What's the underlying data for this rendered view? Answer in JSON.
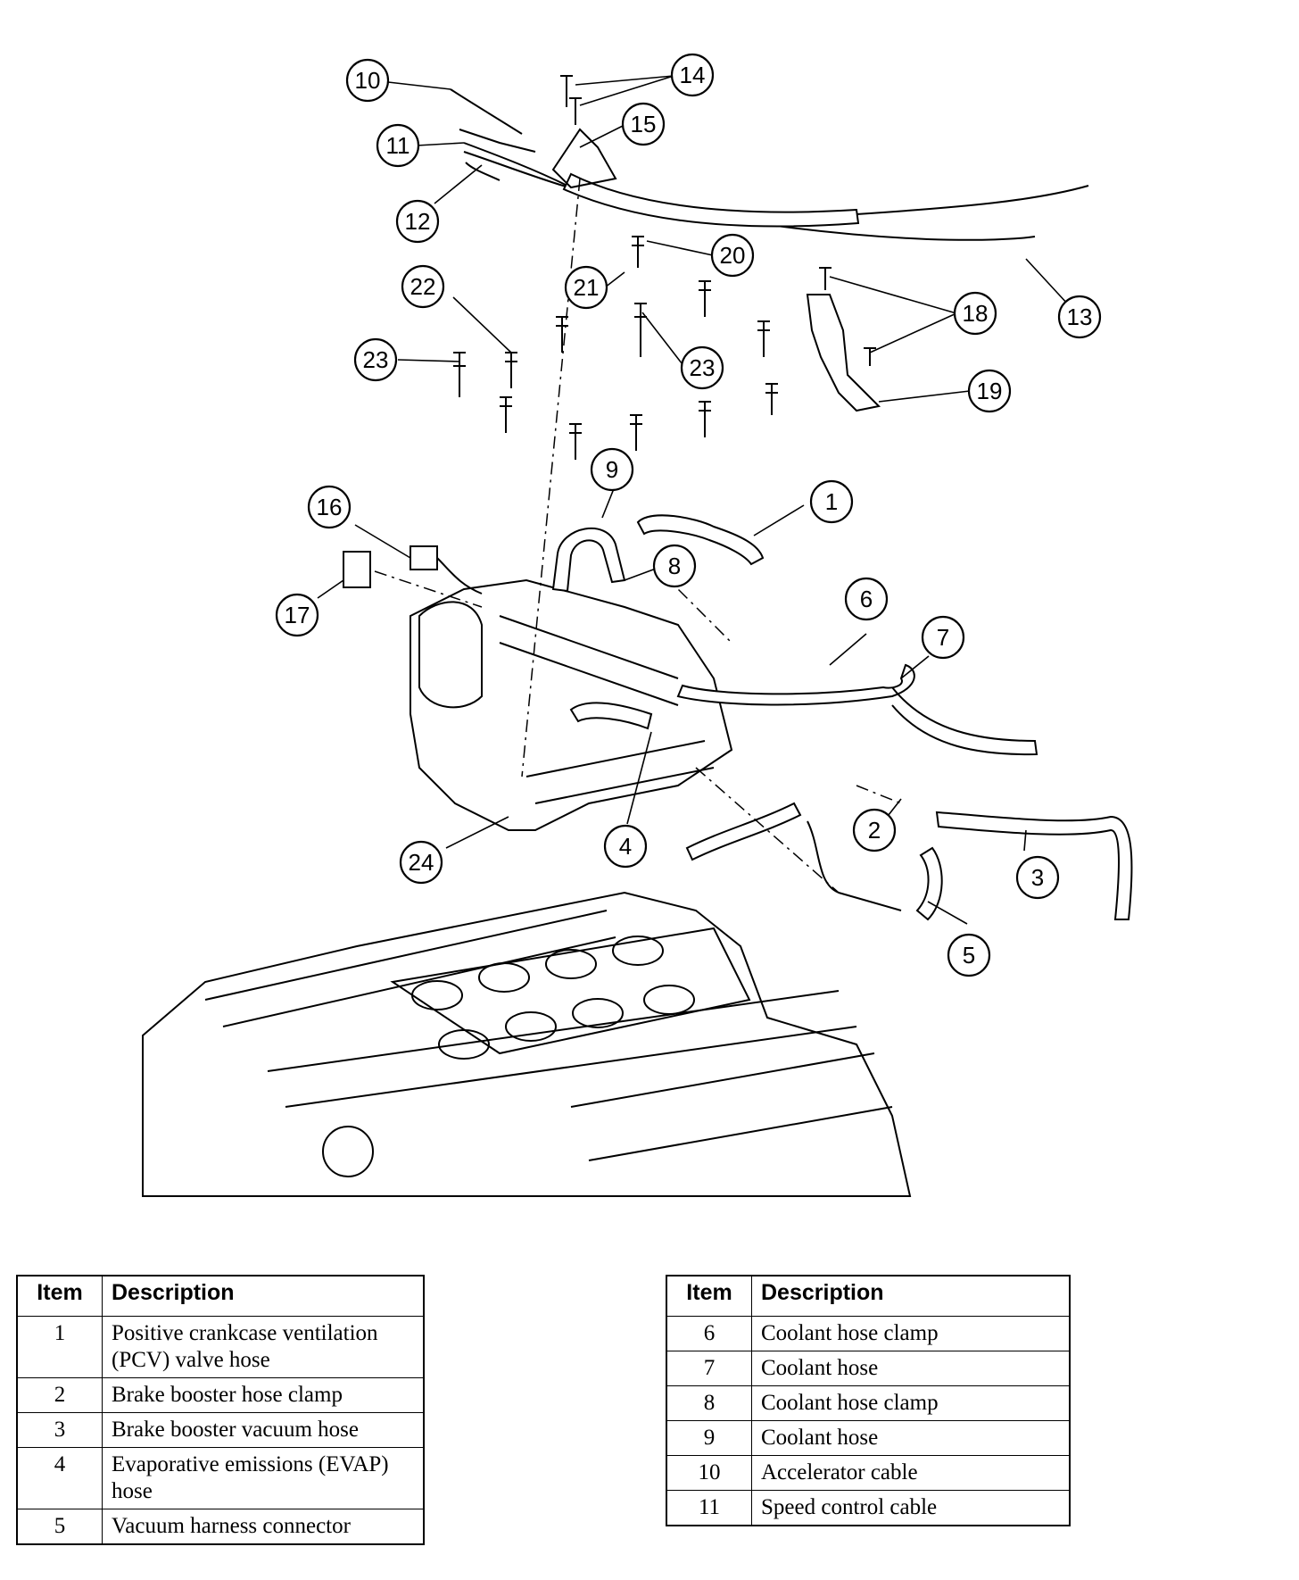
{
  "callouts": [
    "1",
    "2",
    "3",
    "4",
    "5",
    "6",
    "7",
    "8",
    "9",
    "10",
    "11",
    "12",
    "13",
    "14",
    "15",
    "16",
    "17",
    "18",
    "19",
    "20",
    "21",
    "22",
    "23",
    "23",
    "24"
  ],
  "table_header": {
    "item": "Item",
    "description": "Description"
  },
  "table_left": [
    {
      "item": "1",
      "description": "Positive crankcase ventilation (PCV) valve hose"
    },
    {
      "item": "2",
      "description": "Brake booster hose clamp"
    },
    {
      "item": "3",
      "description": "Brake booster vacuum hose"
    },
    {
      "item": "4",
      "description": "Evaporative emissions (EVAP) hose"
    },
    {
      "item": "5",
      "description": "Vacuum harness connector"
    }
  ],
  "table_right": [
    {
      "item": "6",
      "description": "Coolant hose clamp"
    },
    {
      "item": "7",
      "description": "Coolant hose"
    },
    {
      "item": "8",
      "description": "Coolant hose clamp"
    },
    {
      "item": "9",
      "description": "Coolant hose"
    },
    {
      "item": "10",
      "description": "Accelerator cable"
    },
    {
      "item": "11",
      "description": "Speed control cable"
    }
  ]
}
